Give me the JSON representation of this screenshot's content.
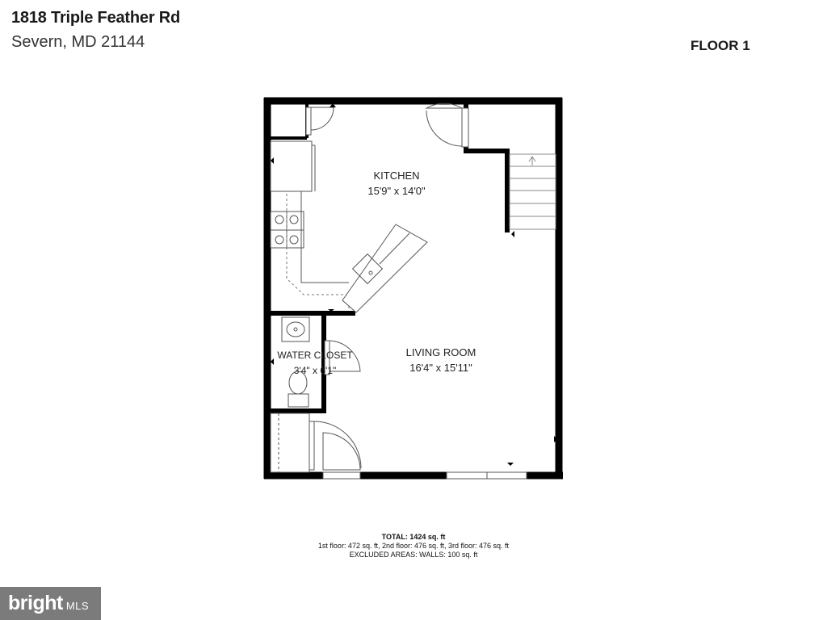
{
  "listing": {
    "address_line1": "1818 Triple Feather Rd",
    "address_line2": "Severn, MD 21144"
  },
  "floor": {
    "label": "FLOOR 1"
  },
  "rooms": {
    "kitchen": {
      "name": "KITCHEN",
      "dims": "15'9\" x 14'0\""
    },
    "living_room": {
      "name": "LIVING ROOM",
      "dims": "16'4\" x 15'11\""
    },
    "water_closet": {
      "name": "WATER CLOSET",
      "dims": "3'4\" x 6'1\""
    }
  },
  "totals": {
    "total": "TOTAL: 1424 sq. ft",
    "floors": "1st floor: 472 sq. ft, 2nd floor: 476 sq. ft, 3rd floor: 476 sq. ft",
    "excluded": "EXCLUDED AREAS: WALLS: 100 sq. ft"
  },
  "branding": {
    "logo_main": "bright",
    "logo_sub": "MLS"
  },
  "colors": {
    "wall": "#000000",
    "fixture": "#555555",
    "logo_bg": "#7b7b7b"
  }
}
